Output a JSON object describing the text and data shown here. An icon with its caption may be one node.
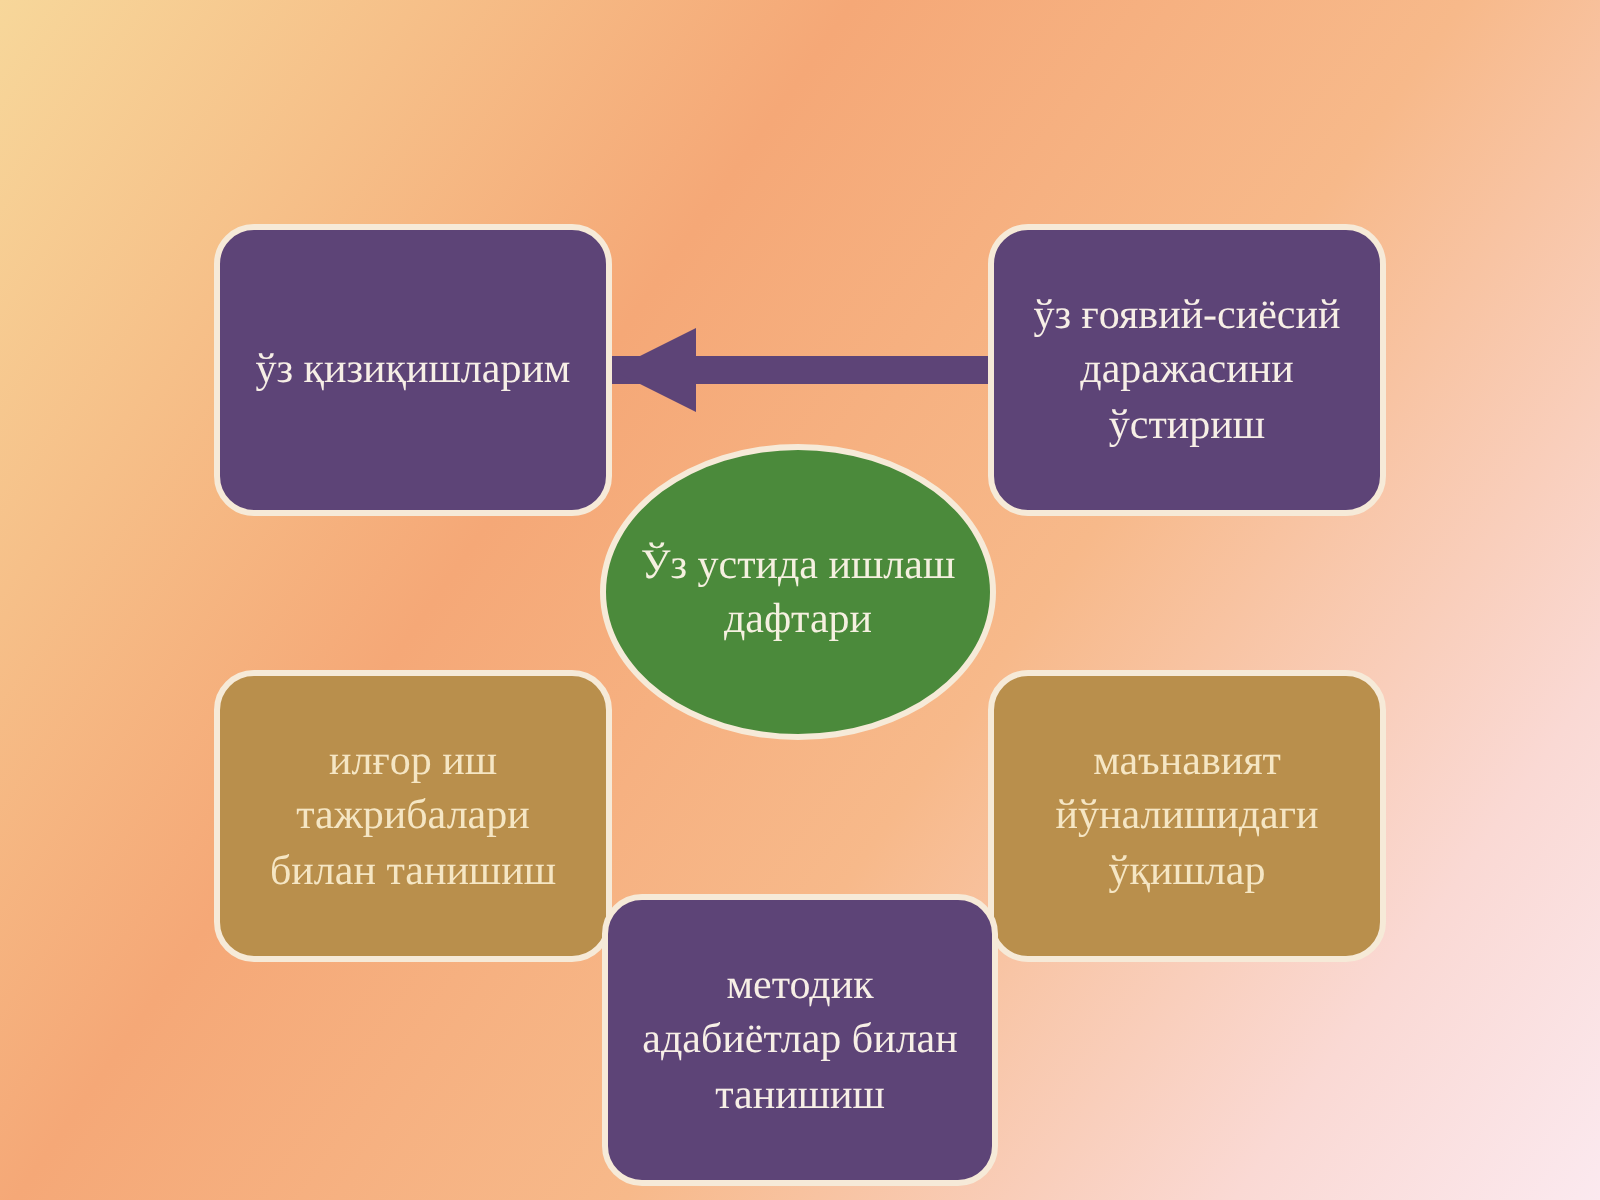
{
  "diagram": {
    "nodes": [
      {
        "text": [
          "ўз қизиқишларим"
        ]
      },
      {
        "text": [
          "ўз ғоявий-сиёсий даражасини ўстириш"
        ]
      },
      {
        "text": [
          "Ўз устида ишлаш дафтари"
        ]
      },
      {
        "text": [
          "илғор иш тажрибалари билан танишиш"
        ]
      },
      {
        "text": [
          "маънавият йўналишидаги ўқишлар"
        ]
      },
      {
        "text": [
          "методик адабиётлар билан танишиш"
        ]
      }
    ],
    "edges": [
      {
        "from": 1,
        "to": 0,
        "arrow": "to"
      }
    ]
  }
}
